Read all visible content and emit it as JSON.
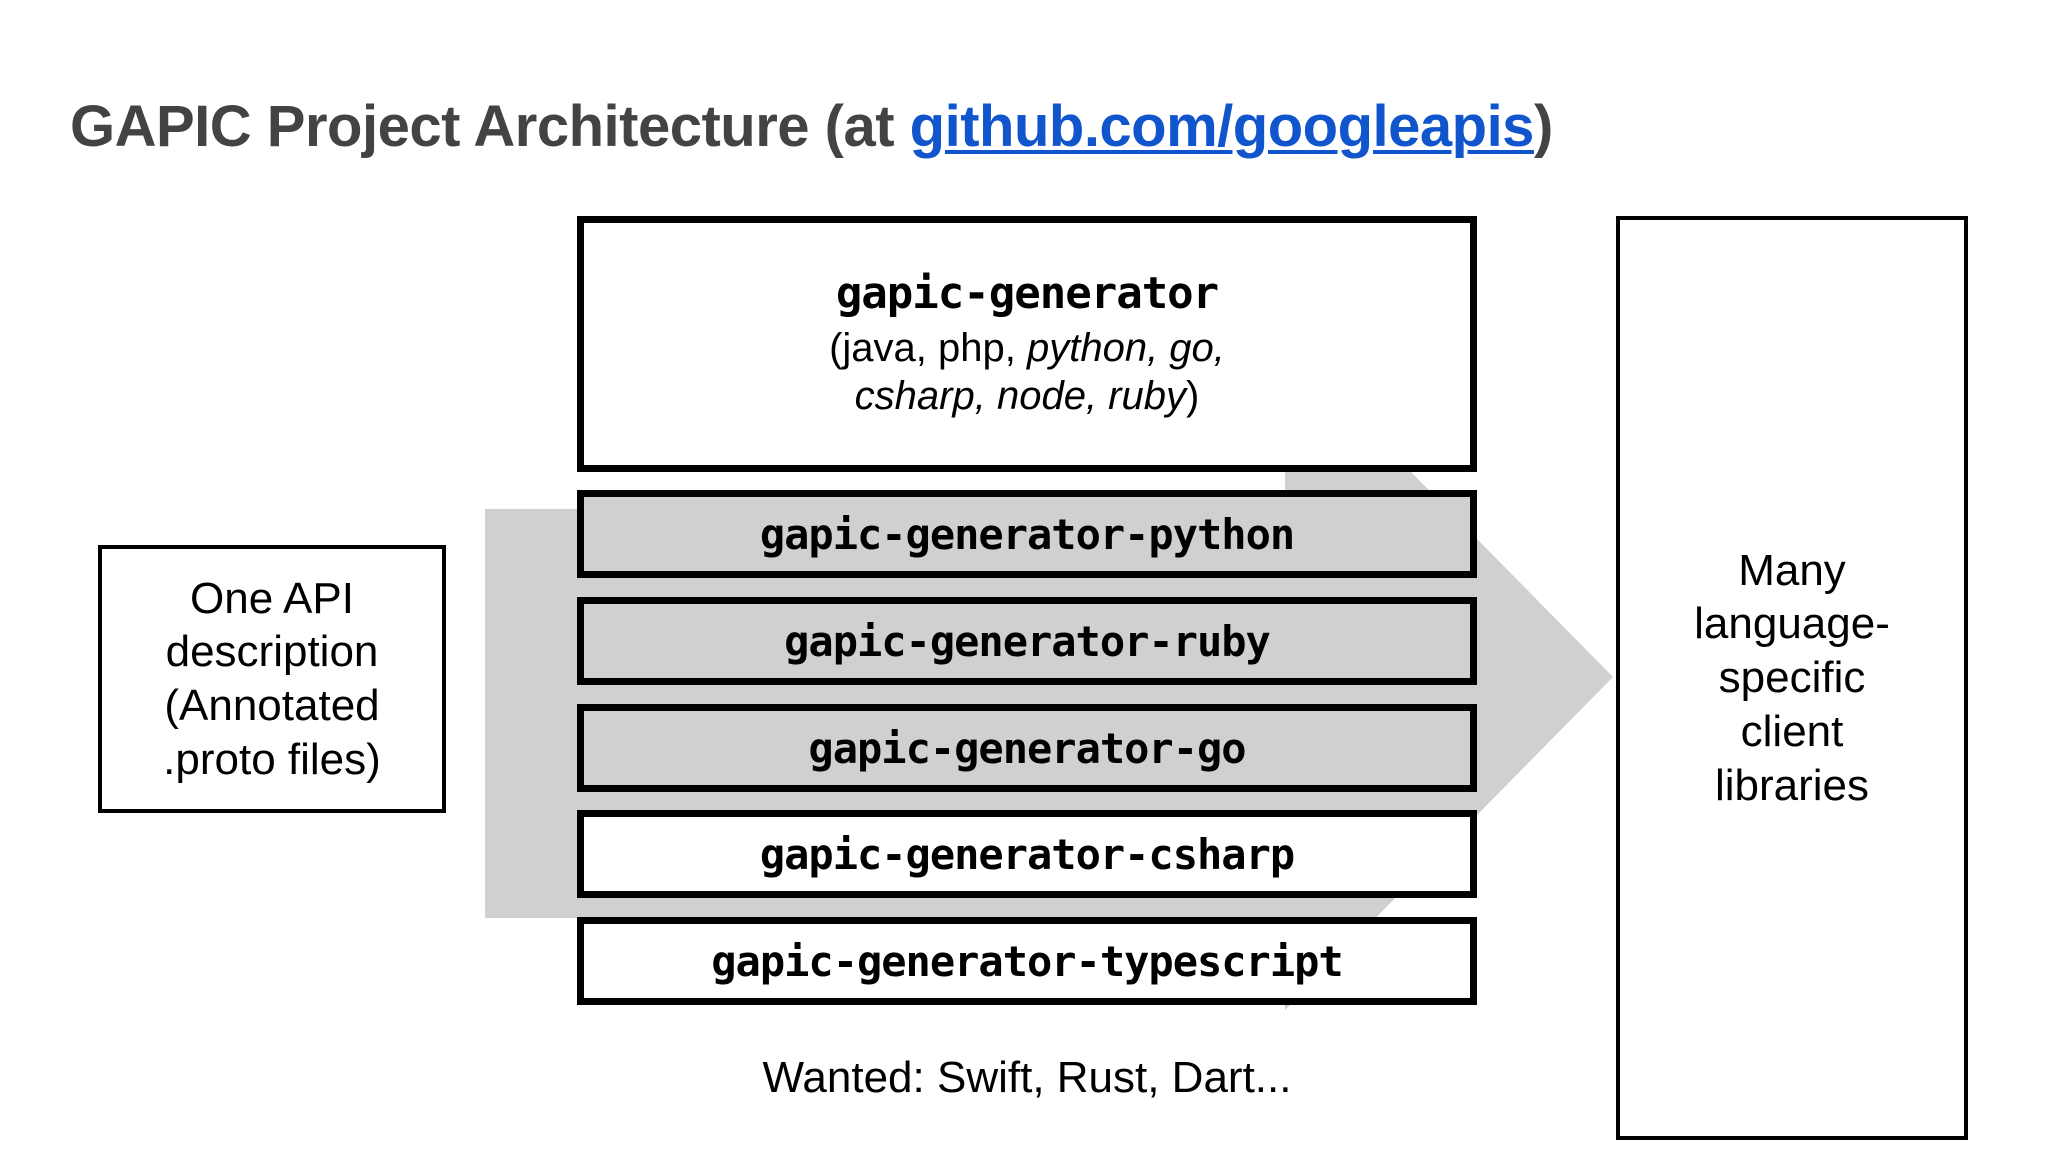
{
  "title": {
    "prefix": "GAPIC Project Architecture (at ",
    "link_text": "github.com/googleapis",
    "suffix": ")",
    "link_color": "#1155cc",
    "text_color": "#434343"
  },
  "source_box": {
    "lines": [
      "One API",
      "description",
      "(Annotated",
      ".proto files)"
    ]
  },
  "generator_box": {
    "name": "gapic-generator",
    "languages_line1_plain": "(java, php, ",
    "languages_line1_italic": "python, go,",
    "languages_line2_italic": "csharp, node, ruby",
    "languages_line2_plain": ")"
  },
  "generators": [
    {
      "name": "gapic-generator-python",
      "shaded": true
    },
    {
      "name": "gapic-generator-ruby",
      "shaded": true
    },
    {
      "name": "gapic-generator-go",
      "shaded": true
    },
    {
      "name": "gapic-generator-csharp",
      "shaded": false
    },
    {
      "name": "gapic-generator-typescript",
      "shaded": false
    }
  ],
  "caption": "Wanted: Swift, Rust, Dart...",
  "output_box": {
    "lines": [
      "Many",
      "language-",
      "specific",
      "client",
      "libraries"
    ]
  },
  "arrow": {
    "fill_color": "#d0d0d0",
    "direction": "right"
  }
}
